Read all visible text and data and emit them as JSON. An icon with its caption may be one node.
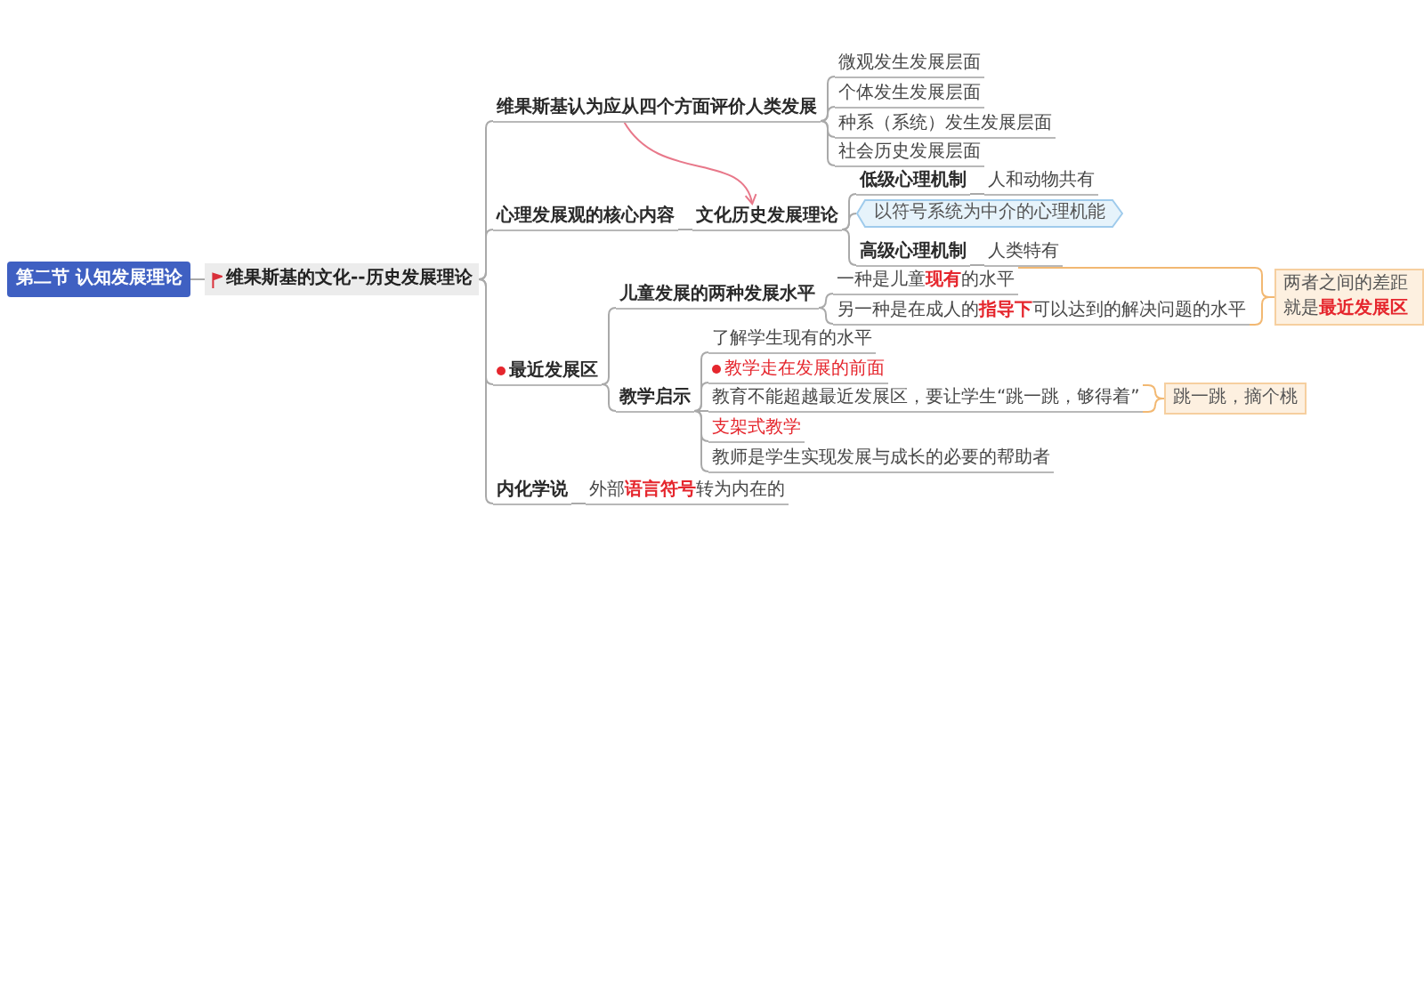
{
  "diagram": {
    "nodes": [
      {
        "text": [
          "第二节 认知发展理论"
        ]
      },
      {
        "text": [
          "维果斯基的文化--历史发展理论"
        ]
      },
      {
        "text": [
          "维果斯基认为应从四个方面评价人类发展"
        ]
      },
      {
        "text": [
          "微观发生发展层面"
        ]
      },
      {
        "text": [
          "个体发生发展层面"
        ]
      },
      {
        "text": [
          "种系（系统）发生发展层面"
        ]
      },
      {
        "text": [
          "社会历史发展层面"
        ]
      },
      {
        "text": [
          "心理发展观的核心内容"
        ]
      },
      {
        "text": [
          "文化历史发展理论"
        ]
      },
      {
        "text": [
          "低级心理机制"
        ]
      },
      {
        "text": [
          "人和动物共有"
        ]
      },
      {
        "text": [
          "以符号系统为中介的心理机能"
        ]
      },
      {
        "text": [
          "高级心理机制"
        ]
      },
      {
        "text": [
          "人类特有"
        ]
      },
      {
        "text": [
          "最近发展区"
        ]
      },
      {
        "text": [
          "儿童发展的两种发展水平"
        ]
      },
      {
        "text": [
          "一种是儿童**现有**的水平"
        ]
      },
      {
        "text": [
          "另一种是在成人的**指导下**可以达到的解决问题的水平"
        ]
      },
      {
        "text": [
          "两者之间的差距就是**最近发展区**"
        ]
      },
      {
        "text": [
          "教学启示"
        ]
      },
      {
        "text": [
          "了解学生现有的水平"
        ]
      },
      {
        "text": [
          "教学走在发展的前面"
        ]
      },
      {
        "text": [
          "教育不能超越最近发展区，要让学生“跳一跳，够得着”"
        ]
      },
      {
        "text": [
          "跳一跳，摘个桃"
        ]
      },
      {
        "text": [
          "支架式教学"
        ]
      },
      {
        "text": [
          "教师是学生实现发展与成长的必要的帮助者"
        ]
      },
      {
        "text": [
          "内化学说"
        ]
      },
      {
        "text": [
          "外部**语言符号**转为内在的"
        ]
      }
    ],
    "edges": [
      {
        "from": 0,
        "to": 1,
        "arrow": "none"
      },
      {
        "from": 1,
        "to": 2,
        "arrow": "none"
      },
      {
        "from": 1,
        "to": 7,
        "arrow": "none"
      },
      {
        "from": 1,
        "to": 14,
        "arrow": "none"
      },
      {
        "from": 1,
        "to": 26,
        "arrow": "none"
      },
      {
        "from": 2,
        "to": 3,
        "arrow": "none"
      },
      {
        "from": 2,
        "to": 4,
        "arrow": "none"
      },
      {
        "from": 2,
        "to": 5,
        "arrow": "none"
      },
      {
        "from": 2,
        "to": 6,
        "arrow": "none"
      },
      {
        "from": 7,
        "to": 8,
        "arrow": "none"
      },
      {
        "from": 8,
        "to": 9,
        "arrow": "none"
      },
      {
        "from": 8,
        "to": 11,
        "arrow": "none"
      },
      {
        "from": 8,
        "to": 12,
        "arrow": "none"
      },
      {
        "from": 9,
        "to": 10,
        "arrow": "none"
      },
      {
        "from": 12,
        "to": 13,
        "arrow": "none"
      },
      {
        "from": 14,
        "to": 15,
        "arrow": "none"
      },
      {
        "from": 14,
        "to": 19,
        "arrow": "none"
      },
      {
        "from": 15,
        "to": 16,
        "arrow": "none"
      },
      {
        "from": 15,
        "to": 17,
        "arrow": "none"
      },
      {
        "from": 16,
        "to": 18,
        "arrow": "none",
        "color": "#f2b872"
      },
      {
        "from": 17,
        "to": 18,
        "arrow": "none",
        "color": "#f2b872"
      },
      {
        "from": 19,
        "to": 20,
        "arrow": "none"
      },
      {
        "from": 19,
        "to": 21,
        "arrow": "none"
      },
      {
        "from": 19,
        "to": 22,
        "arrow": "none"
      },
      {
        "from": 19,
        "to": 24,
        "arrow": "none"
      },
      {
        "from": 19,
        "to": 25,
        "arrow": "none"
      },
      {
        "from": 22,
        "to": 23,
        "arrow": "none",
        "color": "#f2b872"
      },
      {
        "from": 26,
        "to": 27,
        "arrow": "none"
      },
      {
        "from": 2,
        "to": 8,
        "arrow": "to",
        "color": "#e8788a"
      }
    ]
  }
}
